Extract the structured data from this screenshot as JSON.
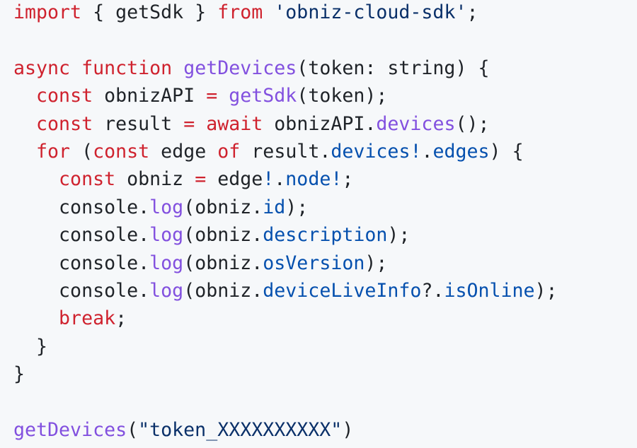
{
  "colors": {
    "keyword": "#cf222e",
    "function": "#8250df",
    "property": "#0550ae",
    "string": "#0a3069",
    "text": "#1f2328",
    "background": "#f6f8fa"
  },
  "lines": [
    {
      "tokens": [
        [
          "k",
          "import"
        ],
        [
          "t",
          " { getSdk } "
        ],
        [
          "k",
          "from"
        ],
        [
          "t",
          " "
        ],
        [
          "s",
          "'obniz-cloud-sdk'"
        ],
        [
          "t",
          ";"
        ]
      ]
    },
    {
      "tokens": []
    },
    {
      "tokens": [
        [
          "k",
          "async"
        ],
        [
          "t",
          " "
        ],
        [
          "k",
          "function"
        ],
        [
          "t",
          " "
        ],
        [
          "f",
          "getDevices"
        ],
        [
          "t",
          "(token: string) {"
        ]
      ]
    },
    {
      "tokens": [
        [
          "t",
          "  "
        ],
        [
          "k",
          "const"
        ],
        [
          "t",
          " obnizAPI "
        ],
        [
          "k",
          "="
        ],
        [
          "t",
          " "
        ],
        [
          "f",
          "getSdk"
        ],
        [
          "t",
          "(token);"
        ]
      ]
    },
    {
      "tokens": [
        [
          "t",
          "  "
        ],
        [
          "k",
          "const"
        ],
        [
          "t",
          " result "
        ],
        [
          "k",
          "="
        ],
        [
          "t",
          " "
        ],
        [
          "k",
          "await"
        ],
        [
          "t",
          " obnizAPI."
        ],
        [
          "f",
          "devices"
        ],
        [
          "t",
          "();"
        ]
      ]
    },
    {
      "tokens": [
        [
          "t",
          "  "
        ],
        [
          "k",
          "for"
        ],
        [
          "t",
          " ("
        ],
        [
          "k",
          "const"
        ],
        [
          "t",
          " edge "
        ],
        [
          "k",
          "of"
        ],
        [
          "t",
          " result."
        ],
        [
          "p",
          "devices!"
        ],
        [
          "t",
          "."
        ],
        [
          "p",
          "edges"
        ],
        [
          "t",
          ") {"
        ]
      ]
    },
    {
      "tokens": [
        [
          "t",
          "    "
        ],
        [
          "k",
          "const"
        ],
        [
          "t",
          " obniz "
        ],
        [
          "k",
          "="
        ],
        [
          "t",
          " edge"
        ],
        [
          "p",
          "!"
        ],
        [
          "t",
          "."
        ],
        [
          "p",
          "node!"
        ],
        [
          "t",
          ";"
        ]
      ]
    },
    {
      "tokens": [
        [
          "t",
          "    console."
        ],
        [
          "f",
          "log"
        ],
        [
          "t",
          "(obniz."
        ],
        [
          "p",
          "id"
        ],
        [
          "t",
          ");"
        ]
      ]
    },
    {
      "tokens": [
        [
          "t",
          "    console."
        ],
        [
          "f",
          "log"
        ],
        [
          "t",
          "(obniz."
        ],
        [
          "p",
          "description"
        ],
        [
          "t",
          ");"
        ]
      ]
    },
    {
      "tokens": [
        [
          "t",
          "    console."
        ],
        [
          "f",
          "log"
        ],
        [
          "t",
          "(obniz."
        ],
        [
          "p",
          "osVersion"
        ],
        [
          "t",
          ");"
        ]
      ]
    },
    {
      "tokens": [
        [
          "t",
          "    console."
        ],
        [
          "f",
          "log"
        ],
        [
          "t",
          "(obniz."
        ],
        [
          "p",
          "deviceLiveInfo"
        ],
        [
          "t",
          "?."
        ],
        [
          "p",
          "isOnline"
        ],
        [
          "t",
          ");"
        ]
      ]
    },
    {
      "tokens": [
        [
          "t",
          "    "
        ],
        [
          "k",
          "break"
        ],
        [
          "t",
          ";"
        ]
      ]
    },
    {
      "tokens": [
        [
          "t",
          "  }"
        ]
      ]
    },
    {
      "tokens": [
        [
          "t",
          "}"
        ]
      ]
    },
    {
      "tokens": []
    },
    {
      "tokens": [
        [
          "f",
          "getDevices"
        ],
        [
          "t",
          "("
        ],
        [
          "s",
          "\"token_XXXXXXXXXX\""
        ],
        [
          "t",
          ")"
        ]
      ]
    }
  ]
}
